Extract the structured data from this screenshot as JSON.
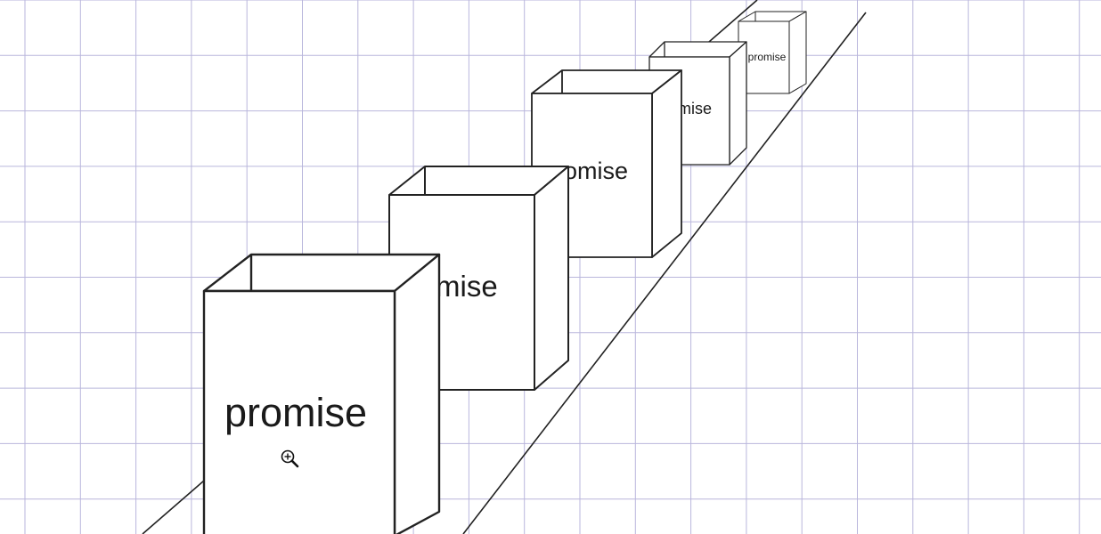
{
  "diagram": {
    "colors": {
      "background": "#ffffff",
      "grid": "#b9b6dc",
      "stroke": "#222222",
      "text": "#1a1a1a"
    },
    "boxes": [
      {
        "label": "promise"
      },
      {
        "label": "promise"
      },
      {
        "label": "promise"
      },
      {
        "label": "promise"
      },
      {
        "label": "promise"
      }
    ],
    "cursor": {
      "icon": "zoom-in-icon"
    }
  }
}
